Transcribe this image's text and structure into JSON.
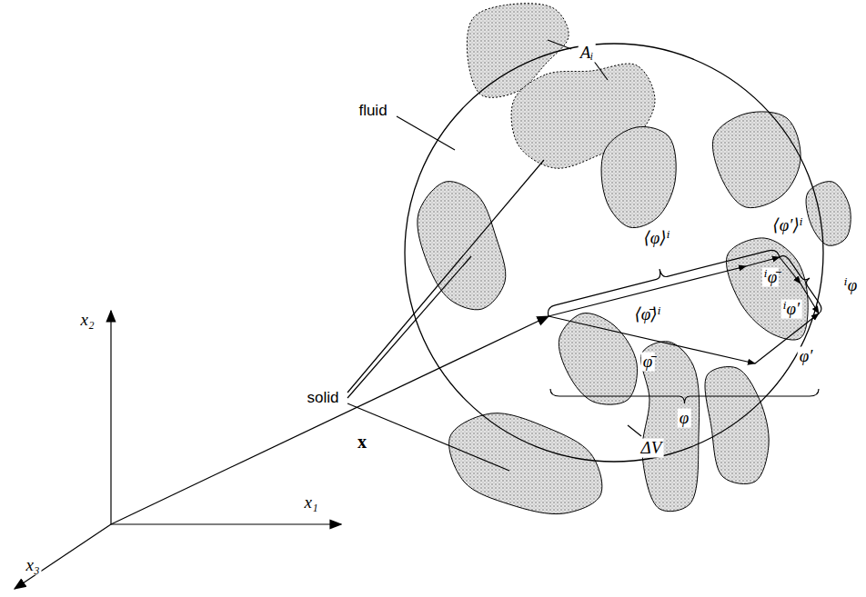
{
  "diagram": {
    "labels": [
      "Aᵢ",
      "fluid",
      "solid",
      "⟨φ⟩ⁱ",
      "⟨φ′⟩ⁱ",
      "⟨φ̄⟩ⁱ",
      "ⁱφ̄",
      "ⁱφ′",
      "ⁱφ",
      "φ̄",
      "φ′",
      "φ",
      "ΔV",
      "x",
      "x₂",
      "x₁",
      "x₃"
    ]
  }
}
